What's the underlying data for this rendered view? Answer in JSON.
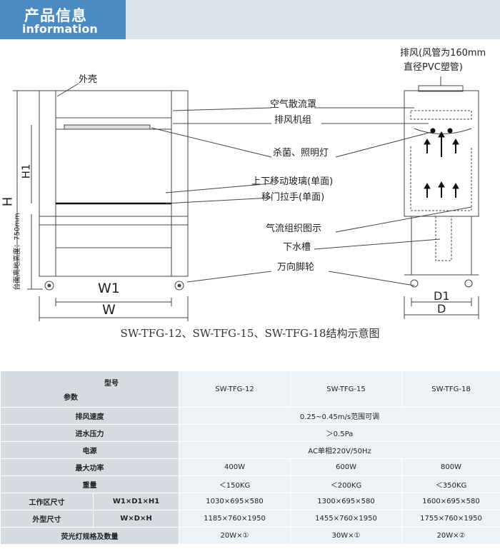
{
  "header": {
    "title_cn": "产品信息",
    "title_en": "information"
  },
  "diagram": {
    "labels": {
      "shell": "外壳",
      "h1": "H1",
      "h": "H",
      "table_height": "台面离地高度：750mm",
      "w1": "W1",
      "w": "W",
      "exhaust_line1": "排风(风管为160mm",
      "exhaust_line2": "直径PVC塑管)",
      "diffuser": "空气散流罩",
      "fan": "排风机组",
      "lamp": "杀菌、照明灯",
      "glass": "上下移动玻璃(单面)",
      "handle": "移门拉手(单面)",
      "airflow": "气流组织图示",
      "sink": "下水槽",
      "caster": "万向脚轮",
      "d1": "D1",
      "d": "D"
    },
    "caption": "SW-TFG-12、SW-TFG-15、SW-TFG-18结构示意图"
  },
  "spec_table": {
    "corner_model": "型号",
    "corner_param": "参数",
    "models": [
      "SW-TFG-12",
      "SW-TFG-15",
      "SW-TFG-18"
    ],
    "rows": [
      {
        "label": "排风速度",
        "merged": "0.25~0.45m/s范围可调"
      },
      {
        "label": "进水压力",
        "merged": "＞0.5Pa"
      },
      {
        "label": "电源",
        "merged": "AC单相220V/50Hz"
      },
      {
        "label": "最大功率",
        "values": [
          "400W",
          "600W",
          "800W"
        ]
      },
      {
        "label": "重量",
        "values": [
          "＜150KG",
          "＜200KG",
          "＜350KG"
        ]
      },
      {
        "label": "工作区尺寸",
        "sub": "W1×D1×H1",
        "values": [
          "1030×695×580",
          "1300×695×580",
          "1600×695×580"
        ]
      },
      {
        "label": "外型尺寸",
        "sub": "W×D×H",
        "values": [
          "1185×760×1950",
          "1455×760×1950",
          "1755×760×1950"
        ]
      },
      {
        "label": "荧光灯规格及数量",
        "values": [
          "20W×①",
          "30W×①",
          "20W×②"
        ]
      }
    ]
  }
}
